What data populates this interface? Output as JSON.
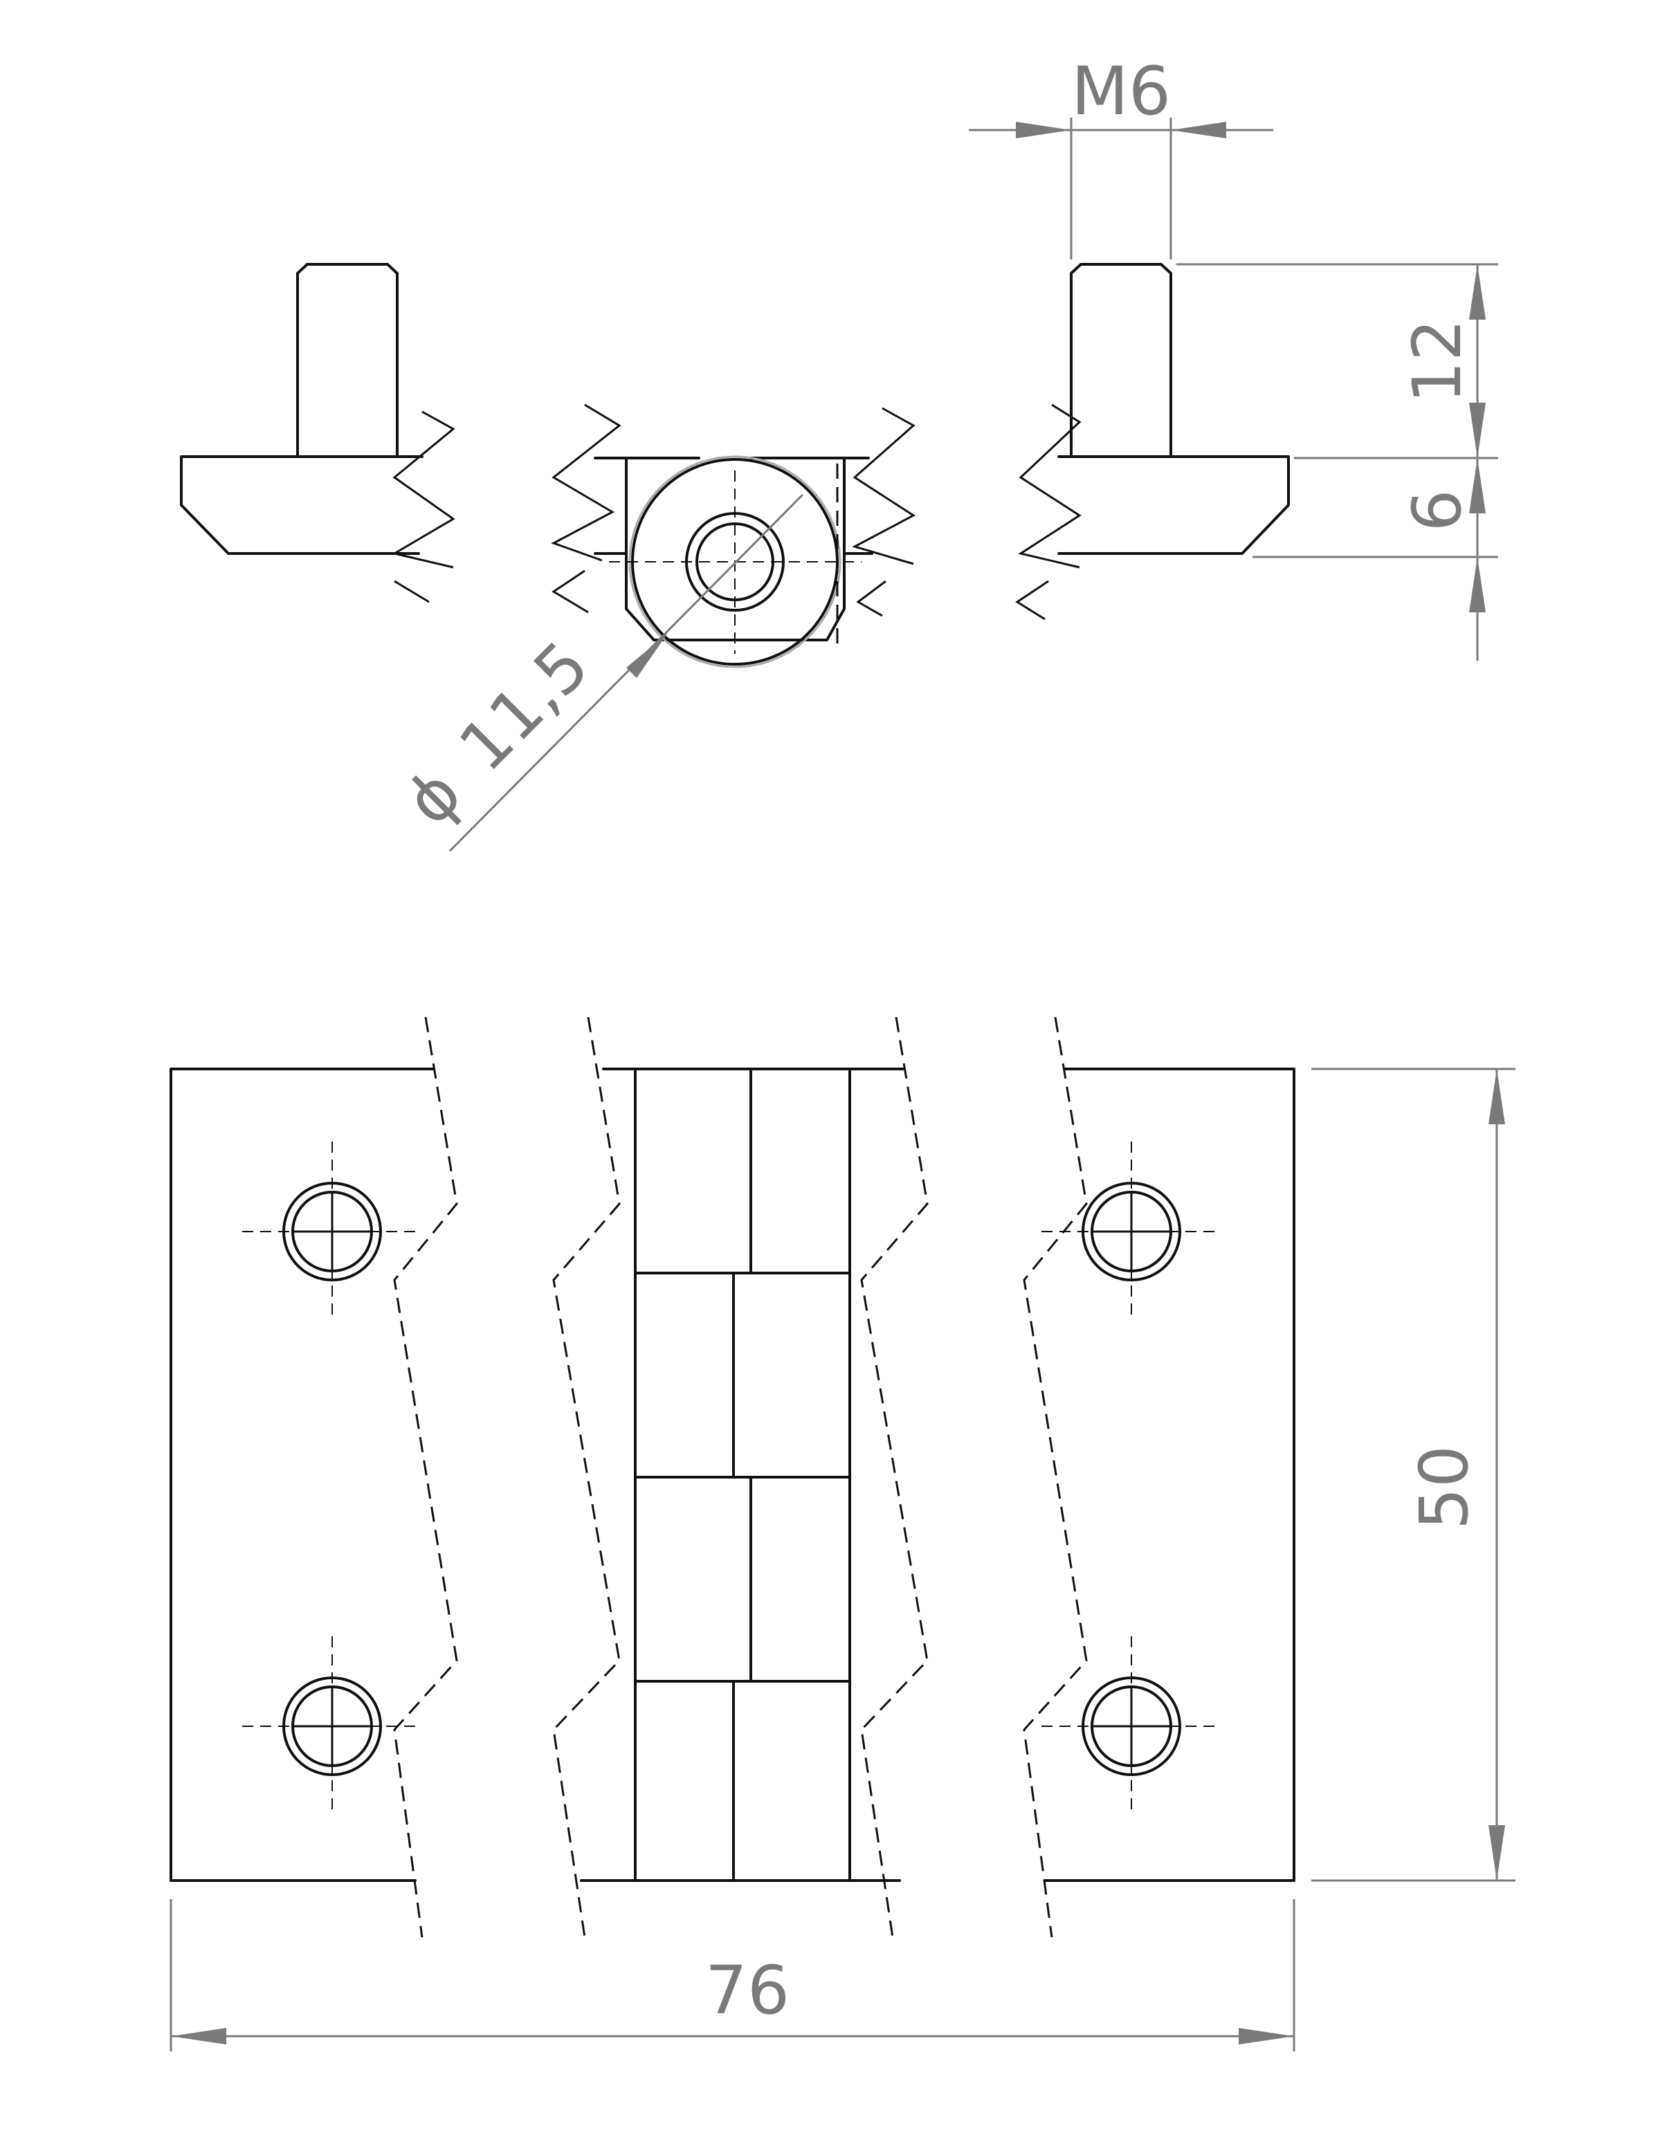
{
  "dimensions": {
    "thread": "M6",
    "pin_height": "12",
    "base_thickness": "6",
    "diameter": "11,5",
    "diameter_symbol": "ϕ",
    "height": "50",
    "width": "76"
  },
  "colors": {
    "object_line": "#111111",
    "dimension_line": "#7a7a7a",
    "background": "#ffffff"
  }
}
